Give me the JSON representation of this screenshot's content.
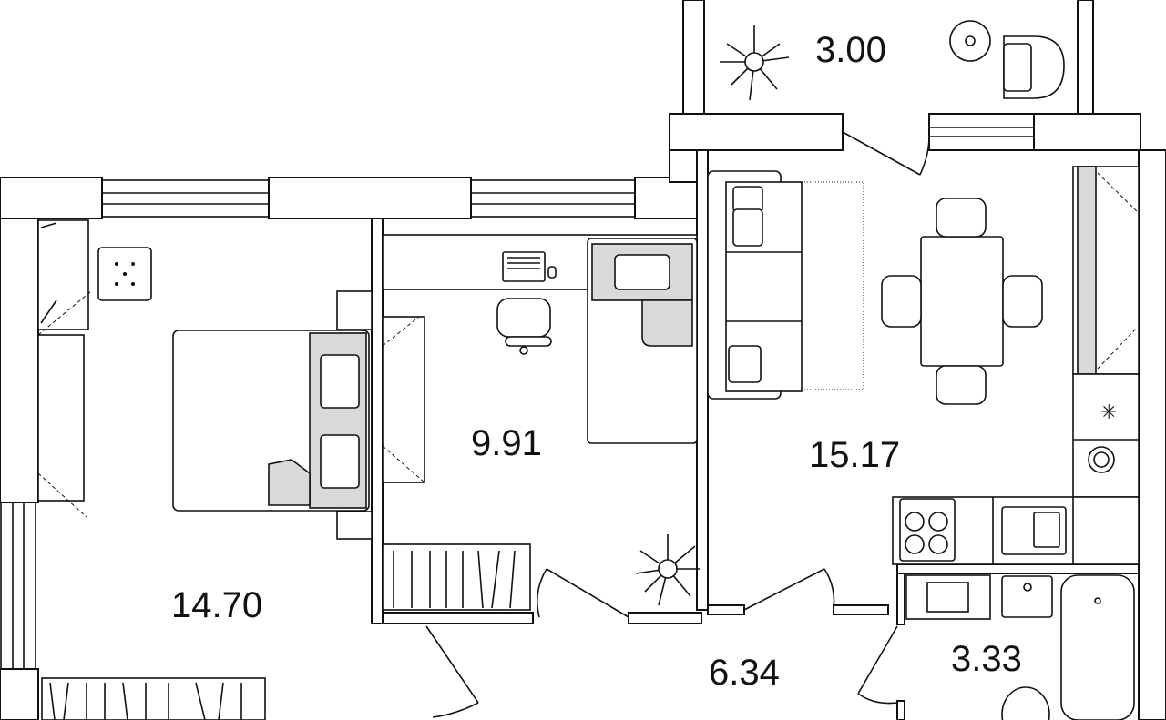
{
  "plan": {
    "rooms": [
      {
        "id": "balcony",
        "area": "3.00"
      },
      {
        "id": "child-room",
        "area": "9.91"
      },
      {
        "id": "kitchen-living",
        "area": "15.17"
      },
      {
        "id": "bedroom",
        "area": "14.70"
      },
      {
        "id": "hallway",
        "area": "6.34"
      },
      {
        "id": "bathroom",
        "area": "3.33"
      }
    ]
  }
}
